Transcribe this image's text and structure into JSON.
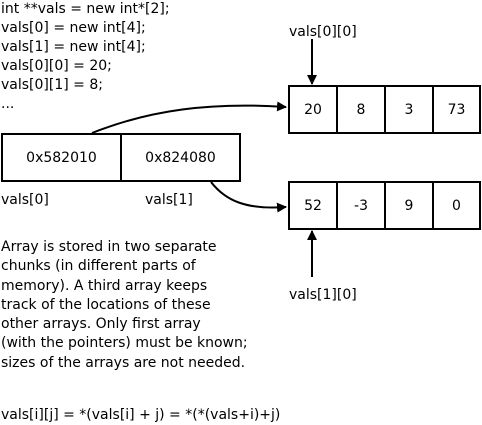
{
  "code_lines": [
    "int **vals = new int*[2];",
    "vals[0] = new int[4];",
    "vals[1] = new int[4];",
    "vals[0][0] = 20;",
    "vals[0][1] = 8;",
    "..."
  ],
  "pointer_array": {
    "cells": [
      "0x582010",
      "0x824080"
    ],
    "labels": [
      "vals[0]",
      "vals[1]"
    ]
  },
  "row0": {
    "label": "vals[0][0]",
    "values": [
      "20",
      "8",
      "3",
      "73"
    ]
  },
  "row1": {
    "label": "vals[1][0]",
    "values": [
      "52",
      "-3",
      "9",
      "0"
    ]
  },
  "description_lines": [
    "Array is stored in two separate",
    "chunks (in different parts of",
    "memory). A third array keeps",
    "track of the locations of these",
    "other arrays. Only first array",
    "(with the pointers) must be known;",
    "sizes of the arrays are not needed."
  ],
  "formula": "vals[i][j] = *(vals[i] + j) = *(*(vals+i)+j)"
}
